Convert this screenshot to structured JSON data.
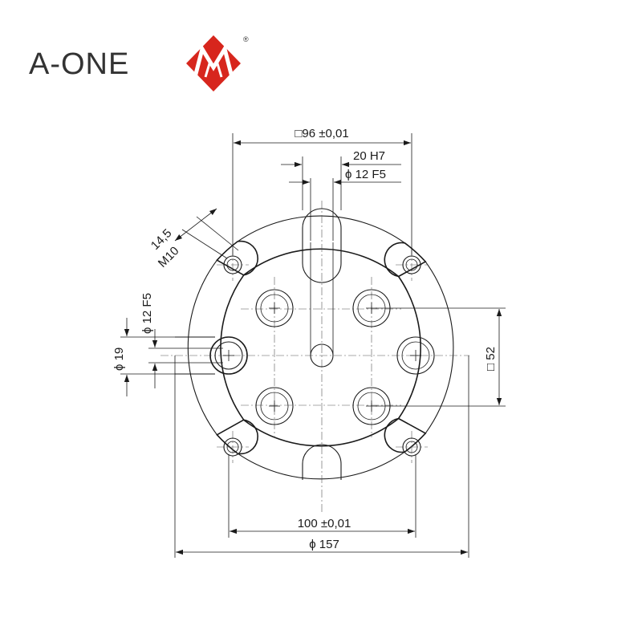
{
  "brand": {
    "name": "A-ONE",
    "registered_mark": "®",
    "logo_colors": {
      "red": "#d7261d",
      "white": "#ffffff"
    }
  },
  "dimensions": {
    "square_96": "□96 ±0,01",
    "slot_20": "20 H7",
    "pin_12_top": "ϕ 12 F5",
    "depth_14_5": "14,5",
    "thread_m10": "M10",
    "pin_12_left": "ϕ 12 F5",
    "dia_19": "ϕ 19",
    "square_52": "□ 52",
    "span_100": "100 ±0,01",
    "dia_157": "ϕ 157"
  }
}
